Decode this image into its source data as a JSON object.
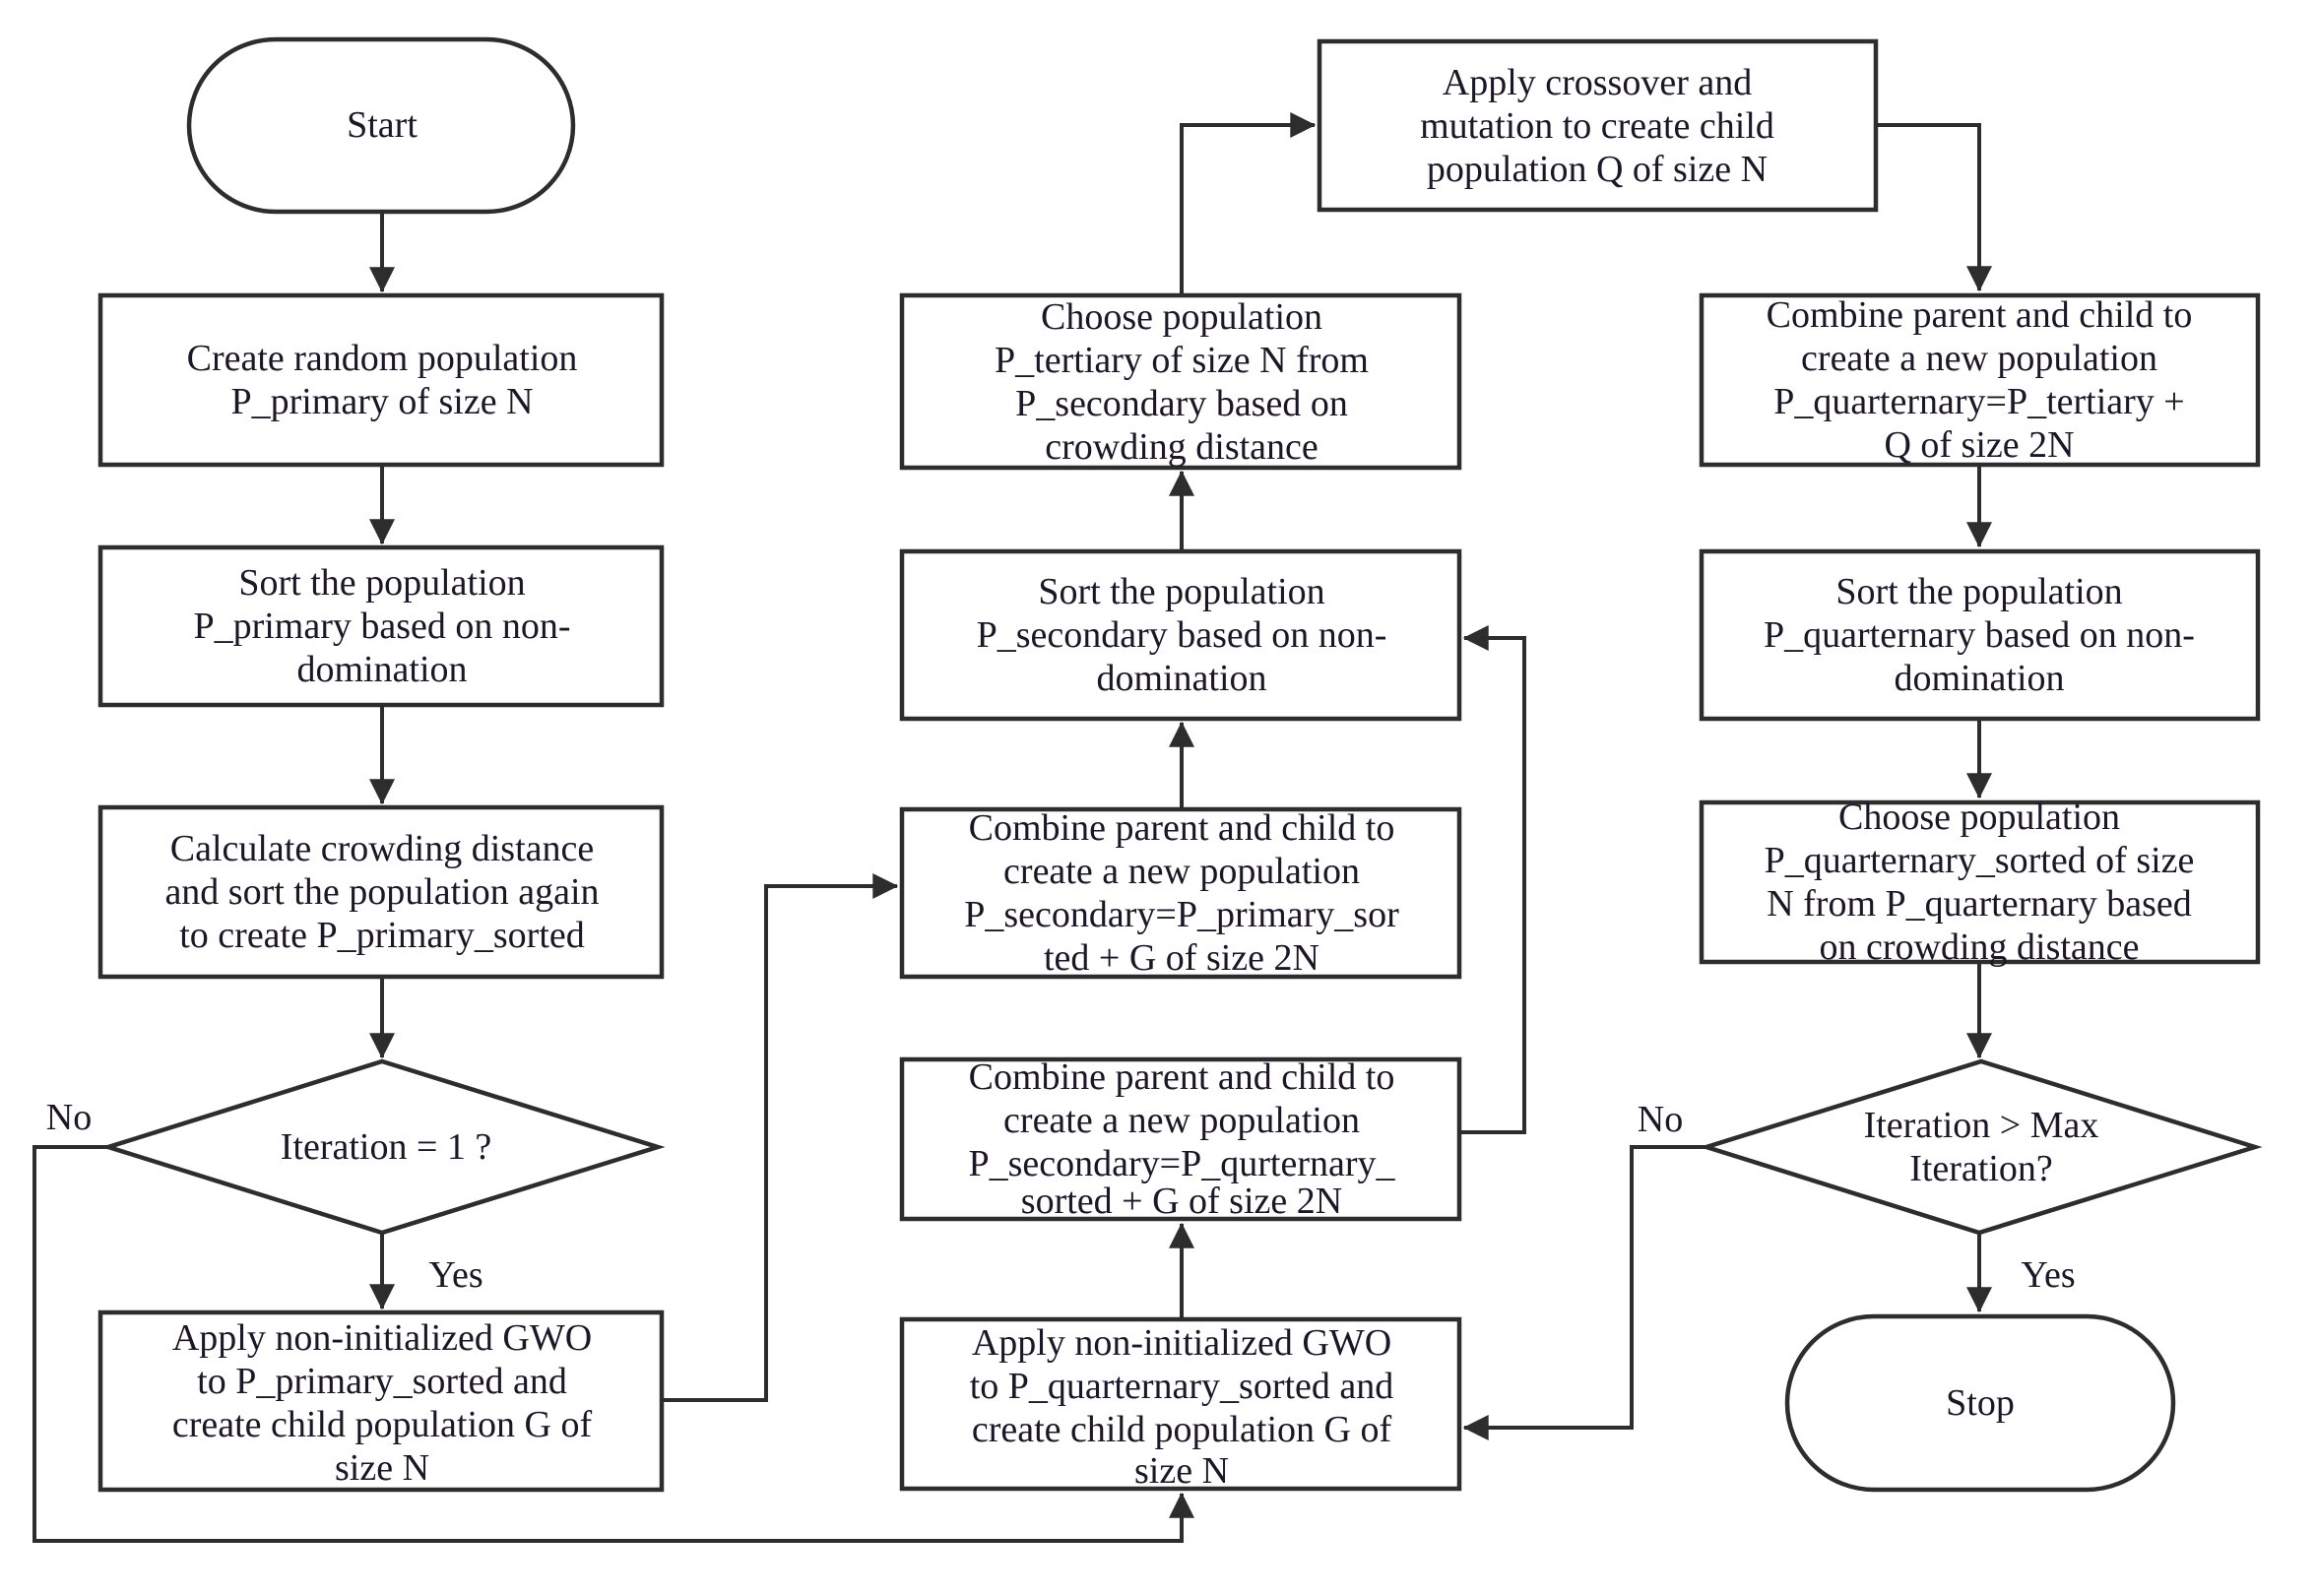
{
  "diagram": {
    "type": "flowchart",
    "nodes": {
      "start": {
        "shape": "terminator",
        "label": "Start"
      },
      "create_population": {
        "shape": "process",
        "lines": [
          "Create random population",
          "P_primary of size N"
        ]
      },
      "sort_primary": {
        "shape": "process",
        "lines": [
          "Sort the population",
          "P_primary based on non-",
          "domination"
        ]
      },
      "crowding_primary": {
        "shape": "process",
        "lines": [
          "Calculate crowding distance",
          "and sort the population again",
          "to create P_primary_sorted"
        ]
      },
      "iteration_check": {
        "shape": "decision",
        "lines": [
          "Iteration = 1 ?"
        ]
      },
      "gwo_primary": {
        "shape": "process",
        "lines": [
          "Apply non-initialized GWO",
          "to P_primary_sorted and",
          "create child population G of",
          "size N"
        ]
      },
      "choose_tertiary": {
        "shape": "process",
        "lines": [
          "Choose population",
          "P_tertiary of size N from",
          "P_secondary based on",
          "crowding distance"
        ]
      },
      "sort_secondary": {
        "shape": "process",
        "lines": [
          "Sort the population",
          "P_secondary based on non-",
          "domination"
        ]
      },
      "combine_primary": {
        "shape": "process",
        "lines": [
          "Combine parent and child to",
          "create a new population",
          "P_secondary=P_primary_sor",
          "ted + G of size 2N"
        ]
      },
      "combine_quarternary": {
        "shape": "process",
        "lines": [
          "Combine parent and child to",
          "create a new population",
          "P_secondary=P_qurternary_",
          "sorted + G of size 2N"
        ]
      },
      "gwo_quarternary": {
        "shape": "process",
        "lines": [
          "Apply non-initialized GWO",
          "to P_quarternary_sorted and",
          "create child population G of",
          "size N"
        ]
      },
      "crossover_mutation": {
        "shape": "process",
        "lines": [
          "Apply crossover and",
          "mutation to create child",
          "population Q of size N"
        ]
      },
      "combine_tertiary": {
        "shape": "process",
        "lines": [
          "Combine parent and child to",
          "create a new population",
          "P_quarternary=P_tertiary +",
          "Q of size 2N"
        ]
      },
      "sort_quarternary": {
        "shape": "process",
        "lines": [
          "Sort the population",
          "P_quarternary based on non-",
          "domination"
        ]
      },
      "choose_quarternary": {
        "shape": "process",
        "lines": [
          "Choose population",
          "P_quarternary_sorted of size",
          "N from P_quarternary based",
          "on crowding distance"
        ]
      },
      "max_iteration_check": {
        "shape": "decision",
        "lines": [
          "Iteration > Max",
          "Iteration?"
        ]
      },
      "stop": {
        "shape": "terminator",
        "label": "Stop"
      }
    },
    "labels": {
      "no_first": "No",
      "yes_first": "Yes",
      "no_second": "No",
      "yes_second": "Yes"
    },
    "edges": [
      {
        "from": "start",
        "to": "create_population"
      },
      {
        "from": "create_population",
        "to": "sort_primary"
      },
      {
        "from": "sort_primary",
        "to": "crowding_primary"
      },
      {
        "from": "crowding_primary",
        "to": "iteration_check"
      },
      {
        "from": "iteration_check",
        "to": "gwo_primary",
        "label": "Yes"
      },
      {
        "from": "iteration_check",
        "to": "gwo_quarternary",
        "label": "No"
      },
      {
        "from": "gwo_primary",
        "to": "combine_primary"
      },
      {
        "from": "combine_primary",
        "to": "sort_secondary"
      },
      {
        "from": "sort_secondary",
        "to": "choose_tertiary"
      },
      {
        "from": "choose_tertiary",
        "to": "crossover_mutation"
      },
      {
        "from": "crossover_mutation",
        "to": "combine_tertiary"
      },
      {
        "from": "combine_tertiary",
        "to": "sort_quarternary"
      },
      {
        "from": "sort_quarternary",
        "to": "choose_quarternary"
      },
      {
        "from": "choose_quarternary",
        "to": "max_iteration_check"
      },
      {
        "from": "max_iteration_check",
        "to": "stop",
        "label": "Yes"
      },
      {
        "from": "max_iteration_check",
        "to": "gwo_quarternary",
        "label": "No"
      },
      {
        "from": "gwo_quarternary",
        "to": "combine_quarternary"
      },
      {
        "from": "combine_quarternary",
        "to": "sort_secondary"
      }
    ]
  }
}
